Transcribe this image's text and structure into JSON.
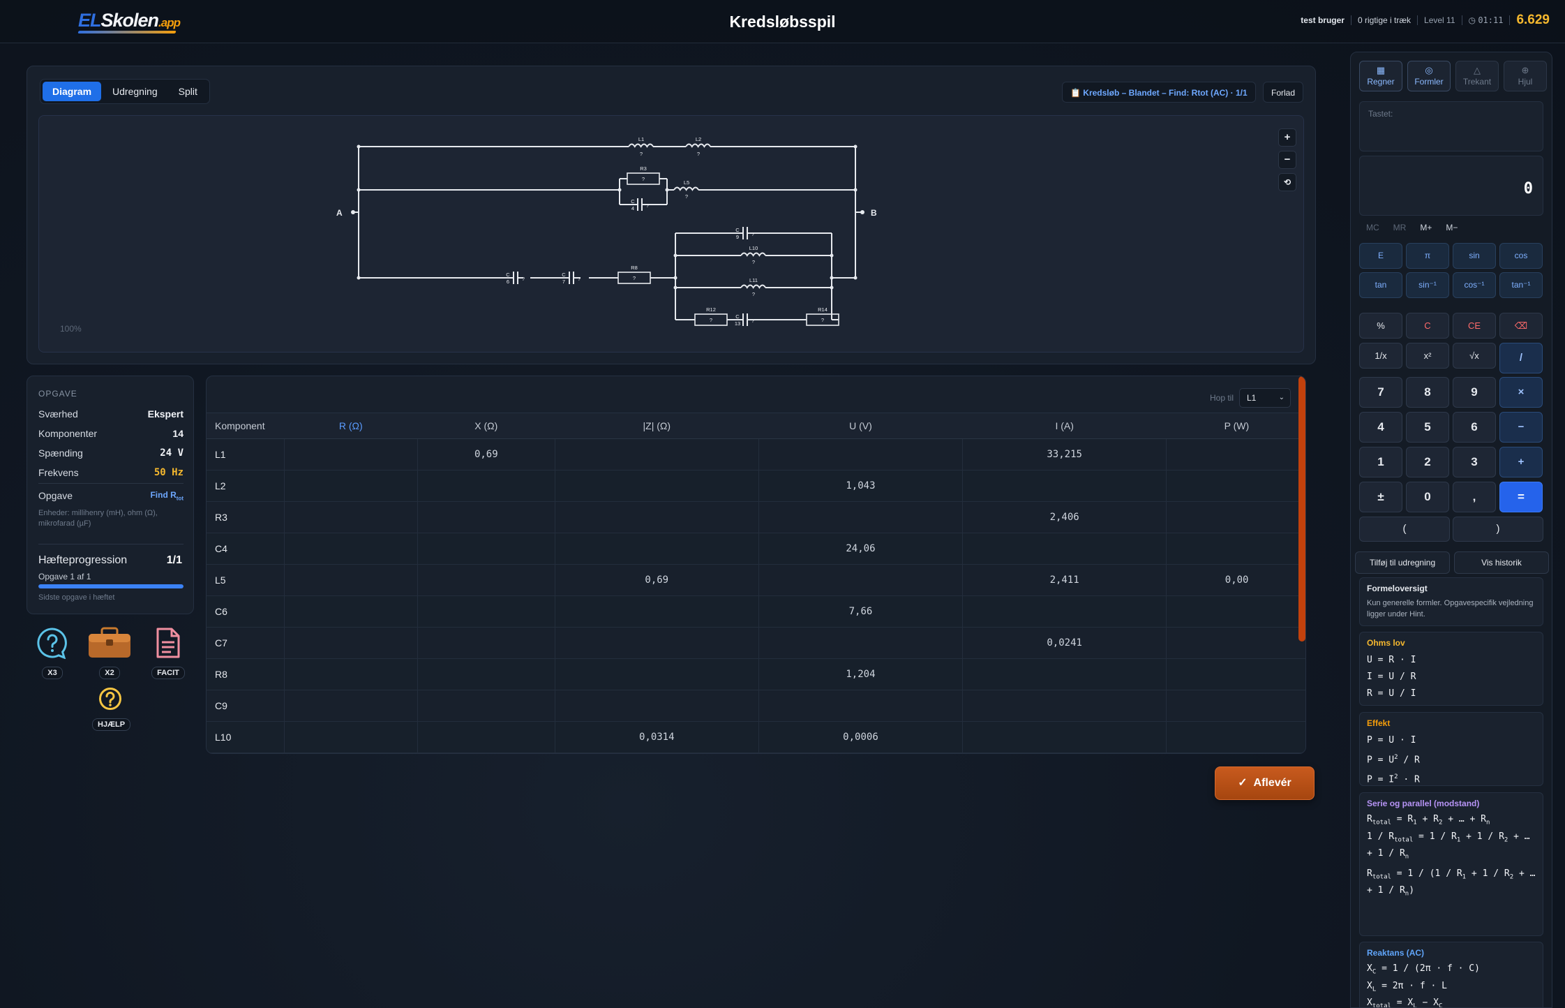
{
  "header": {
    "logo": {
      "el": "EL",
      "skolen": "Skolen",
      "app": ".app"
    },
    "title": "Kredsløbsspil",
    "user": "test bruger",
    "streak": "0 rigtige i træk",
    "level": "Level 11",
    "timer": "01:11",
    "score": "6.629"
  },
  "diagram": {
    "tabs": [
      {
        "label": "Diagram",
        "active": true
      },
      {
        "label": "Udregning"
      },
      {
        "label": "Split"
      }
    ],
    "task_badge": "Kredsløb – Blandet – Find: Rtot (AC) · 1/1",
    "leave": "Forlad",
    "zoom_in": "+",
    "zoom_out": "−",
    "reset": "⟲",
    "zoom_pct": "100%",
    "circuit": {
      "node_a": "A",
      "node_b": "B",
      "unknown": "?",
      "labels": {
        "L1": "L1",
        "L2": "L2",
        "R3": "R3",
        "C4": "C",
        "C4sub": "4",
        "L5": "L5",
        "C6": "C",
        "C6sub": "6",
        "C7": "C",
        "C7sub": "7",
        "R8": "R8",
        "C9": "C",
        "C9sub": "9",
        "L10": "L10",
        "L11": "L11",
        "R12": "R12",
        "C13": "C",
        "C13sub": "13",
        "R14": "R14"
      }
    }
  },
  "task": {
    "section_label": "OPGAVE",
    "rows": [
      {
        "label": "Sværhed",
        "value": "Ekspert"
      },
      {
        "label": "Komponenter",
        "value": "14"
      },
      {
        "label": "Spænding",
        "value": "24 V"
      },
      {
        "label": "Frekvens",
        "value": "50 Hz"
      },
      {
        "label": "Opgave",
        "value": "Find R",
        "sub": "tot"
      }
    ],
    "units_note": "Enheder: millihenry (mH), ohm (Ω), mikrofarad (µF)",
    "progress_title": "Hæfteprogression",
    "progress_value": "1/1",
    "progress_sub": "Opgave 1 af 1",
    "progress_fraction": 1.0,
    "progress_note": "Sidste opgave i hæftet"
  },
  "tools": [
    {
      "name": "hint",
      "badge": "X3"
    },
    {
      "name": "toolbox",
      "badge": "X2"
    },
    {
      "name": "facit",
      "badge": "FACIT"
    },
    {
      "name": "help",
      "badge": "HJÆLP"
    }
  ],
  "table": {
    "hop_label": "Hop til",
    "hop_value": "L1",
    "columns": [
      "Komponent",
      "R (Ω)",
      "X (Ω)",
      "|Z| (Ω)",
      "U (V)",
      "I (A)",
      "P (W)"
    ],
    "rows": [
      [
        "L1",
        "",
        "0,69",
        "",
        "",
        "33,215",
        ""
      ],
      [
        "L2",
        "",
        "",
        "",
        "1,043",
        "",
        ""
      ],
      [
        "R3",
        "",
        "",
        "",
        "",
        "2,406",
        ""
      ],
      [
        "C4",
        "",
        "",
        "",
        "24,06",
        "",
        ""
      ],
      [
        "L5",
        "",
        "",
        "0,69",
        "",
        "2,411",
        "0,00"
      ],
      [
        "C6",
        "",
        "",
        "",
        "7,66",
        "",
        ""
      ],
      [
        "C7",
        "",
        "",
        "",
        "",
        "0,0241",
        ""
      ],
      [
        "R8",
        "",
        "",
        "",
        "1,204",
        "",
        ""
      ],
      [
        "C9",
        "",
        "",
        "",
        "",
        "",
        ""
      ],
      [
        "L10",
        "",
        "",
        "0,0314",
        "0,0006",
        "",
        ""
      ]
    ]
  },
  "submit": "Aflevér",
  "calculator": {
    "tabs": [
      {
        "label": "Regner",
        "icon": "▦"
      },
      {
        "label": "Formler",
        "icon": "◎"
      },
      {
        "label": "Trekant",
        "icon": "△"
      },
      {
        "label": "Hjul",
        "icon": "⊕"
      }
    ],
    "typed_label": "Tastet:",
    "display": "0",
    "memory": [
      "MC",
      "MR",
      "M+",
      "M−"
    ],
    "sci_row1": [
      "E",
      "π",
      "sin",
      "cos"
    ],
    "sci_row2": [
      "tan",
      "sin⁻¹",
      "cos⁻¹",
      "tan⁻¹"
    ],
    "row_a": [
      "%",
      "C",
      "CE",
      "⌫"
    ],
    "row_b": [
      "1/x",
      "x²",
      "√x",
      "/"
    ],
    "row_c": [
      "7",
      "8",
      "9",
      "×"
    ],
    "row_d": [
      "4",
      "5",
      "6",
      "−"
    ],
    "row_e": [
      "1",
      "2",
      "3",
      "+"
    ],
    "row_f": [
      "±",
      "0",
      ",",
      "="
    ],
    "parens": [
      "(",
      ")"
    ],
    "add_btn": "Tilføj til udregning",
    "history_btn": "Vis historik"
  },
  "formulas": {
    "overview_title": "Formeloversigt",
    "overview_desc": "Kun generelle formler. Opgavespecifik vejledning ligger under Hint.",
    "ohm_title": "Ohms lov",
    "ohm": [
      "U = R · I",
      "I = U / R",
      "R = U / I"
    ],
    "effect_title": "Effekt",
    "effect_lines": [
      "P = U · I"
    ],
    "series_title": "Serie og parallel (modstand)",
    "reactance_title": "Reaktans (AC)",
    "colors": {
      "ohm": "#f5b82e",
      "effect": "#f59e0b",
      "series": "#b794f6",
      "reactance": "#60a5fa"
    }
  }
}
